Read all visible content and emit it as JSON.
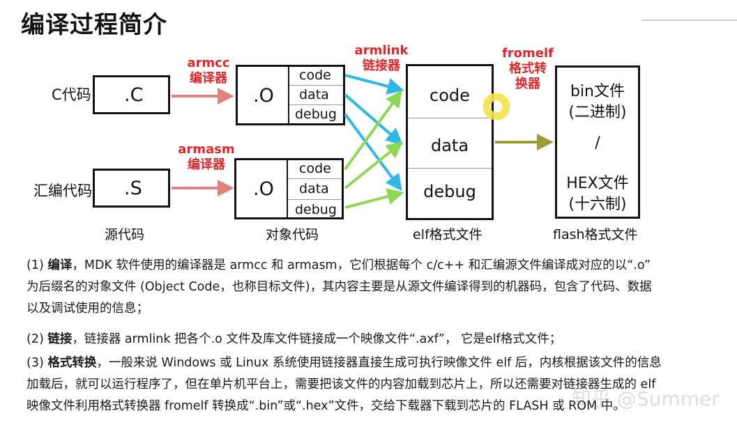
{
  "title": "编译过程简介",
  "diagram": {
    "source_labels": {
      "c": "C代码",
      "asm": "汇编代码"
    },
    "source_files": {
      "c": ".C",
      "asm": ".S"
    },
    "compilers": {
      "armcc_line1": "armcc",
      "armcc_line2": "编译器",
      "armasm_line1": "armasm",
      "armasm_line2": "编译器"
    },
    "object_file": ".O",
    "object_sections": [
      "code",
      "data",
      "debug"
    ],
    "linker": {
      "line1": "armlink",
      "line2": "链接器"
    },
    "elf_sections": [
      "code",
      "data",
      "debug"
    ],
    "converter": {
      "line1": "fromelf",
      "line2": "格式转",
      "line3": "换器"
    },
    "flash": {
      "bin": "bin文件",
      "bin_sub": "(二进制)",
      "slash": "/",
      "hex": "HEX文件",
      "hex_sub": "(十六制)"
    },
    "captions": {
      "source": "源代码",
      "object": "对象代码",
      "elf": "elf格式文件",
      "flash": "flash格式文件"
    }
  },
  "text": {
    "p1_num": "(1) ",
    "p1_bold": "编译",
    "p1_line1": "，MDK 软件使用的编译器是 armcc 和 armasm，它们根据每个 c/c++ 和汇编源文件编译成对应的以“.o”",
    "p1_line2": "为后缀名的对象文件 (Object Code，也称目标文件)，其内容主要是从源文件编译得到的机器码，包含了代码、数据",
    "p1_line3": "以及调试使用的信息；",
    "p2_num": "(2) ",
    "p2_bold": "链接",
    "p2_line1": "，链接器 armlink 把各个.o 文件及库文件链接成一个映像文件“.axf”， 它是elf格式文件；",
    "p3_num": "(3) ",
    "p3_bold": "格式转换",
    "p3_line1": "，一般来说 Windows 或 Linux 系统使用链接器直接生成可执行映像文件 elf 后，内核根据该文件的信息",
    "p3_line2": "加载后，就可以运行程序了，但在单片机平台上，需要把该文件的内容加载到芯片上，所以还需要对链接器生成的 elf",
    "p3_line3": "映像文件利用格式转换器 fromelf 转换成“.bin”或“.hex”文件，交给下载器下载到芯片的 FLASH 或 ROM 中。"
  },
  "watermark": "知乎 @Summer",
  "colors": {
    "compiler_red": "#e0262a",
    "arrow_pink": "#e2807f",
    "arrow_blue": "#2fb8e6",
    "arrow_green": "#8fd855",
    "arrow_olive": "#a39a3a",
    "cursor_yellow": "#f2e24a"
  }
}
